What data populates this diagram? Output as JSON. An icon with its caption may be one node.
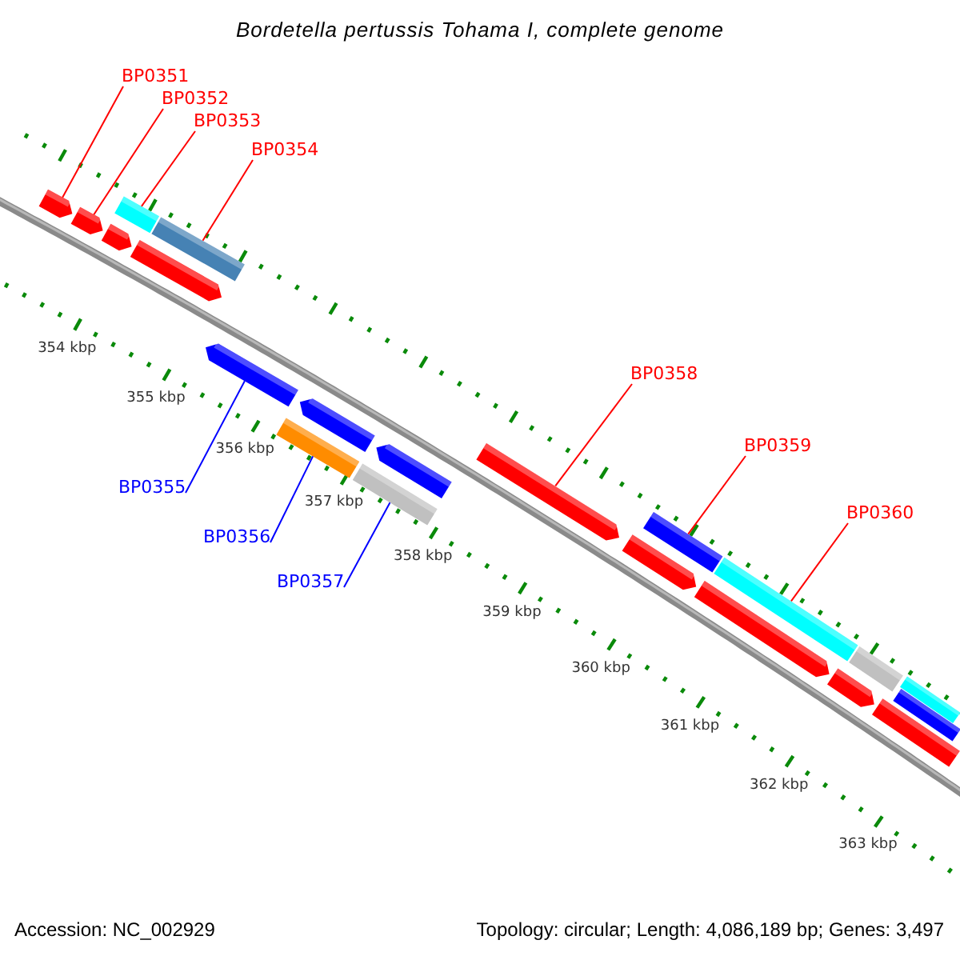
{
  "diagram": {
    "title": "Bordetella pertussis Tohama I, complete genome",
    "nodes": [
      {
        "text": [
          "BP0351"
        ]
      },
      {
        "text": [
          "BP0352"
        ]
      },
      {
        "text": [
          "BP0353"
        ]
      },
      {
        "text": [
          "BP0354"
        ]
      },
      {
        "text": [
          "BP0355"
        ]
      },
      {
        "text": [
          "BP0356"
        ]
      },
      {
        "text": [
          "BP0357"
        ]
      },
      {
        "text": [
          "BP0358"
        ]
      },
      {
        "text": [
          "BP0359"
        ]
      },
      {
        "text": [
          "BP0360"
        ]
      },
      {
        "text": [],
        "shape": "bar"
      },
      {
        "text": [],
        "shape": "bar"
      },
      {
        "text": [],
        "shape": "bar"
      },
      {
        "text": [],
        "shape": "bar"
      },
      {
        "text": [],
        "shape": "bar"
      },
      {
        "text": [],
        "shape": "bar"
      },
      {
        "text": [],
        "shape": "bar"
      },
      {
        "text": [],
        "shape": "bar"
      },
      {
        "text": [],
        "shape": "bar"
      },
      {
        "text": [],
        "shape": "bar"
      },
      {
        "text": [],
        "shape": "bar"
      },
      {
        "text": [],
        "shape": "bar"
      },
      {
        "text": [],
        "shape": "bar"
      },
      {
        "text": [],
        "shape": "bar"
      },
      {
        "text": [],
        "shape": "bar"
      },
      {
        "text": [],
        "shape": "bar"
      },
      {
        "text": [],
        "shape": "bar"
      },
      {
        "text": [],
        "shape": "bar"
      },
      {
        "text": [],
        "shape": "bar"
      },
      {
        "text": [],
        "shape": "bar"
      },
      {
        "text": [],
        "shape": "bar"
      }
    ],
    "edges": [
      {
        "from": 0,
        "to": 10,
        "arrow": "none"
      },
      {
        "from": 1,
        "to": 11,
        "arrow": "none"
      },
      {
        "from": 2,
        "to": 14,
        "arrow": "none"
      },
      {
        "from": 3,
        "to": 15,
        "arrow": "none"
      },
      {
        "from": 4,
        "to": 16,
        "arrow": "none",
        "color": "#0000ff"
      },
      {
        "from": 5,
        "to": 18,
        "arrow": "none",
        "color": "#0000ff"
      },
      {
        "from": 6,
        "to": 20,
        "arrow": "none",
        "color": "#0000ff"
      },
      {
        "from": 7,
        "to": 21,
        "arrow": "none"
      },
      {
        "from": 8,
        "to": 23,
        "arrow": "none"
      },
      {
        "from": 9,
        "to": 25,
        "arrow": "none"
      }
    ],
    "labels": [
      "354 kbp",
      "355 kbp",
      "356 kbp",
      "357 kbp",
      "358 kbp",
      "359 kbp",
      "360 kbp",
      "361 kbp",
      "362 kbp",
      "363 kbp",
      "Accession: NC_002929",
      "Topology: circular; Length: 4,086,189 bp; Genes: 3,497"
    ]
  }
}
